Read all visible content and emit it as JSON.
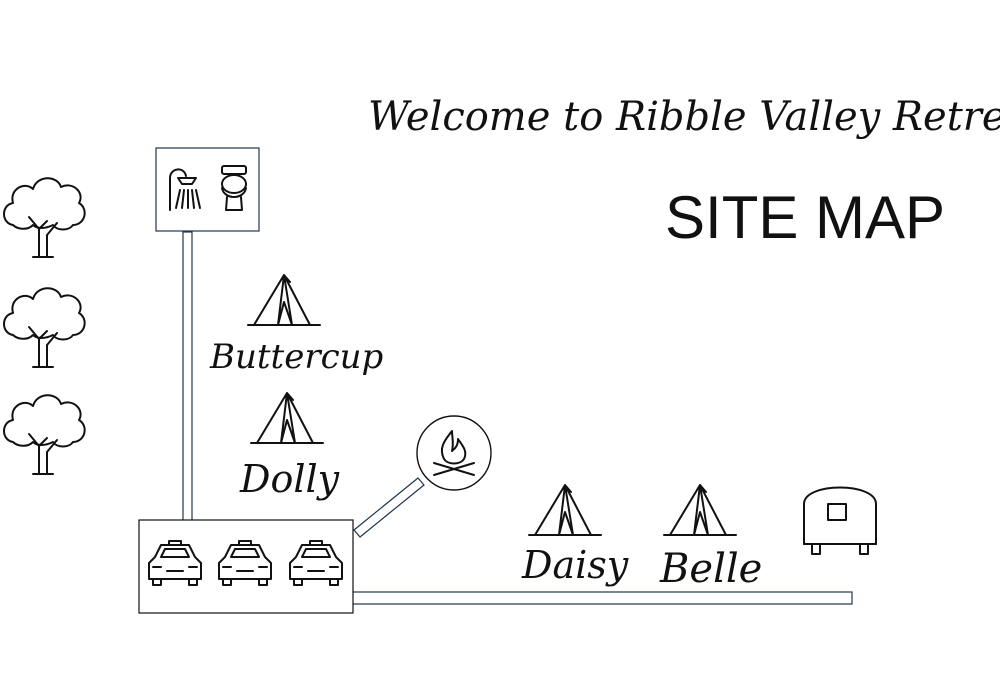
{
  "header": {
    "welcome_text": "Welcome to Ribble Valley Retreat",
    "title": "SITE MAP"
  },
  "pitches": [
    {
      "name": "Buttercup",
      "icon": "tent-icon"
    },
    {
      "name": "Dolly",
      "icon": "tent-icon"
    },
    {
      "name": "Daisy",
      "icon": "tent-icon"
    },
    {
      "name": "Belle",
      "icon": "tent-icon"
    }
  ],
  "facilities": {
    "washroom_icons": [
      "shower-icon",
      "toilet-icon"
    ],
    "campfire_icon": "campfire-icon",
    "parking_icons": [
      "car-icon",
      "car-icon",
      "car-icon"
    ],
    "caravan_icon": "caravan-icon",
    "trees": [
      "tree-icon",
      "tree-icon",
      "tree-icon"
    ]
  },
  "colors": {
    "ink": "#111111",
    "path_outline": "#1f3550",
    "background": "#ffffff"
  }
}
